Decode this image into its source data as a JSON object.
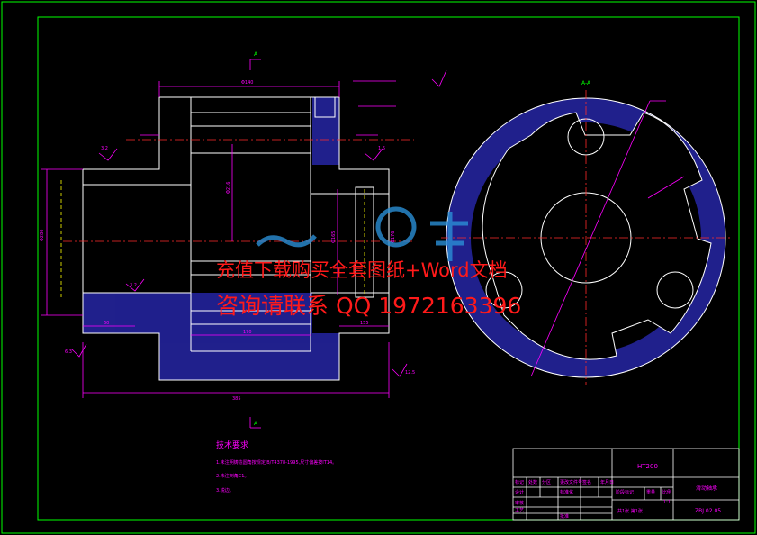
{
  "colors": {
    "background": "#000000",
    "frame": "#00ff00",
    "outline": "#ffffff",
    "dimension": "#ff00ff",
    "hatch": "#3a3aff",
    "centerline": "#ff2a2a",
    "hidden": "#ffff00",
    "watermark": "#ff1a1a",
    "logo": "#2a8fd6"
  },
  "watermark": {
    "line1": "充值下载购买全套图纸+Word文档",
    "line2": "咨询请联系  QQ 1972163396"
  },
  "section_labels": {
    "cut_top": "A",
    "cut_bottom": "A",
    "view": "A-A"
  },
  "dimensions": {
    "top_width": "Φ140",
    "total_length": "385",
    "left_height": "Φ280",
    "inner_height": "Φ216",
    "bore": "Φ165",
    "right_height": "Φ176",
    "bottom_left": "60",
    "bottom_mid": "170",
    "bottom_right": "155"
  },
  "roughness": {
    "r1": "3.2",
    "r2": "1.6",
    "r3": "3.2",
    "r4": "6.3",
    "r5": "12.5"
  },
  "notes": {
    "heading": "技术要求",
    "items": [
      "1.未注明铸造圆角按规定JB/T4378-1995,尺寸偏差按IT14。",
      "2.未注倒角C1。",
      "3.锐边。"
    ]
  },
  "title_block": {
    "material": "HT200",
    "part_name": "滑动轴承",
    "drawing_no": "ZBJ.02.05",
    "scale_label": "共1张 第1张",
    "row_labels": [
      "标记",
      "处数",
      "分区",
      "更改文件号",
      "签名",
      "年月日"
    ],
    "stage_labels": [
      "阶段标记",
      "重量",
      "比例"
    ],
    "scale_value": "1:1",
    "roles": [
      "设计",
      "审核",
      "工艺",
      "批准"
    ],
    "std": "标准化"
  }
}
